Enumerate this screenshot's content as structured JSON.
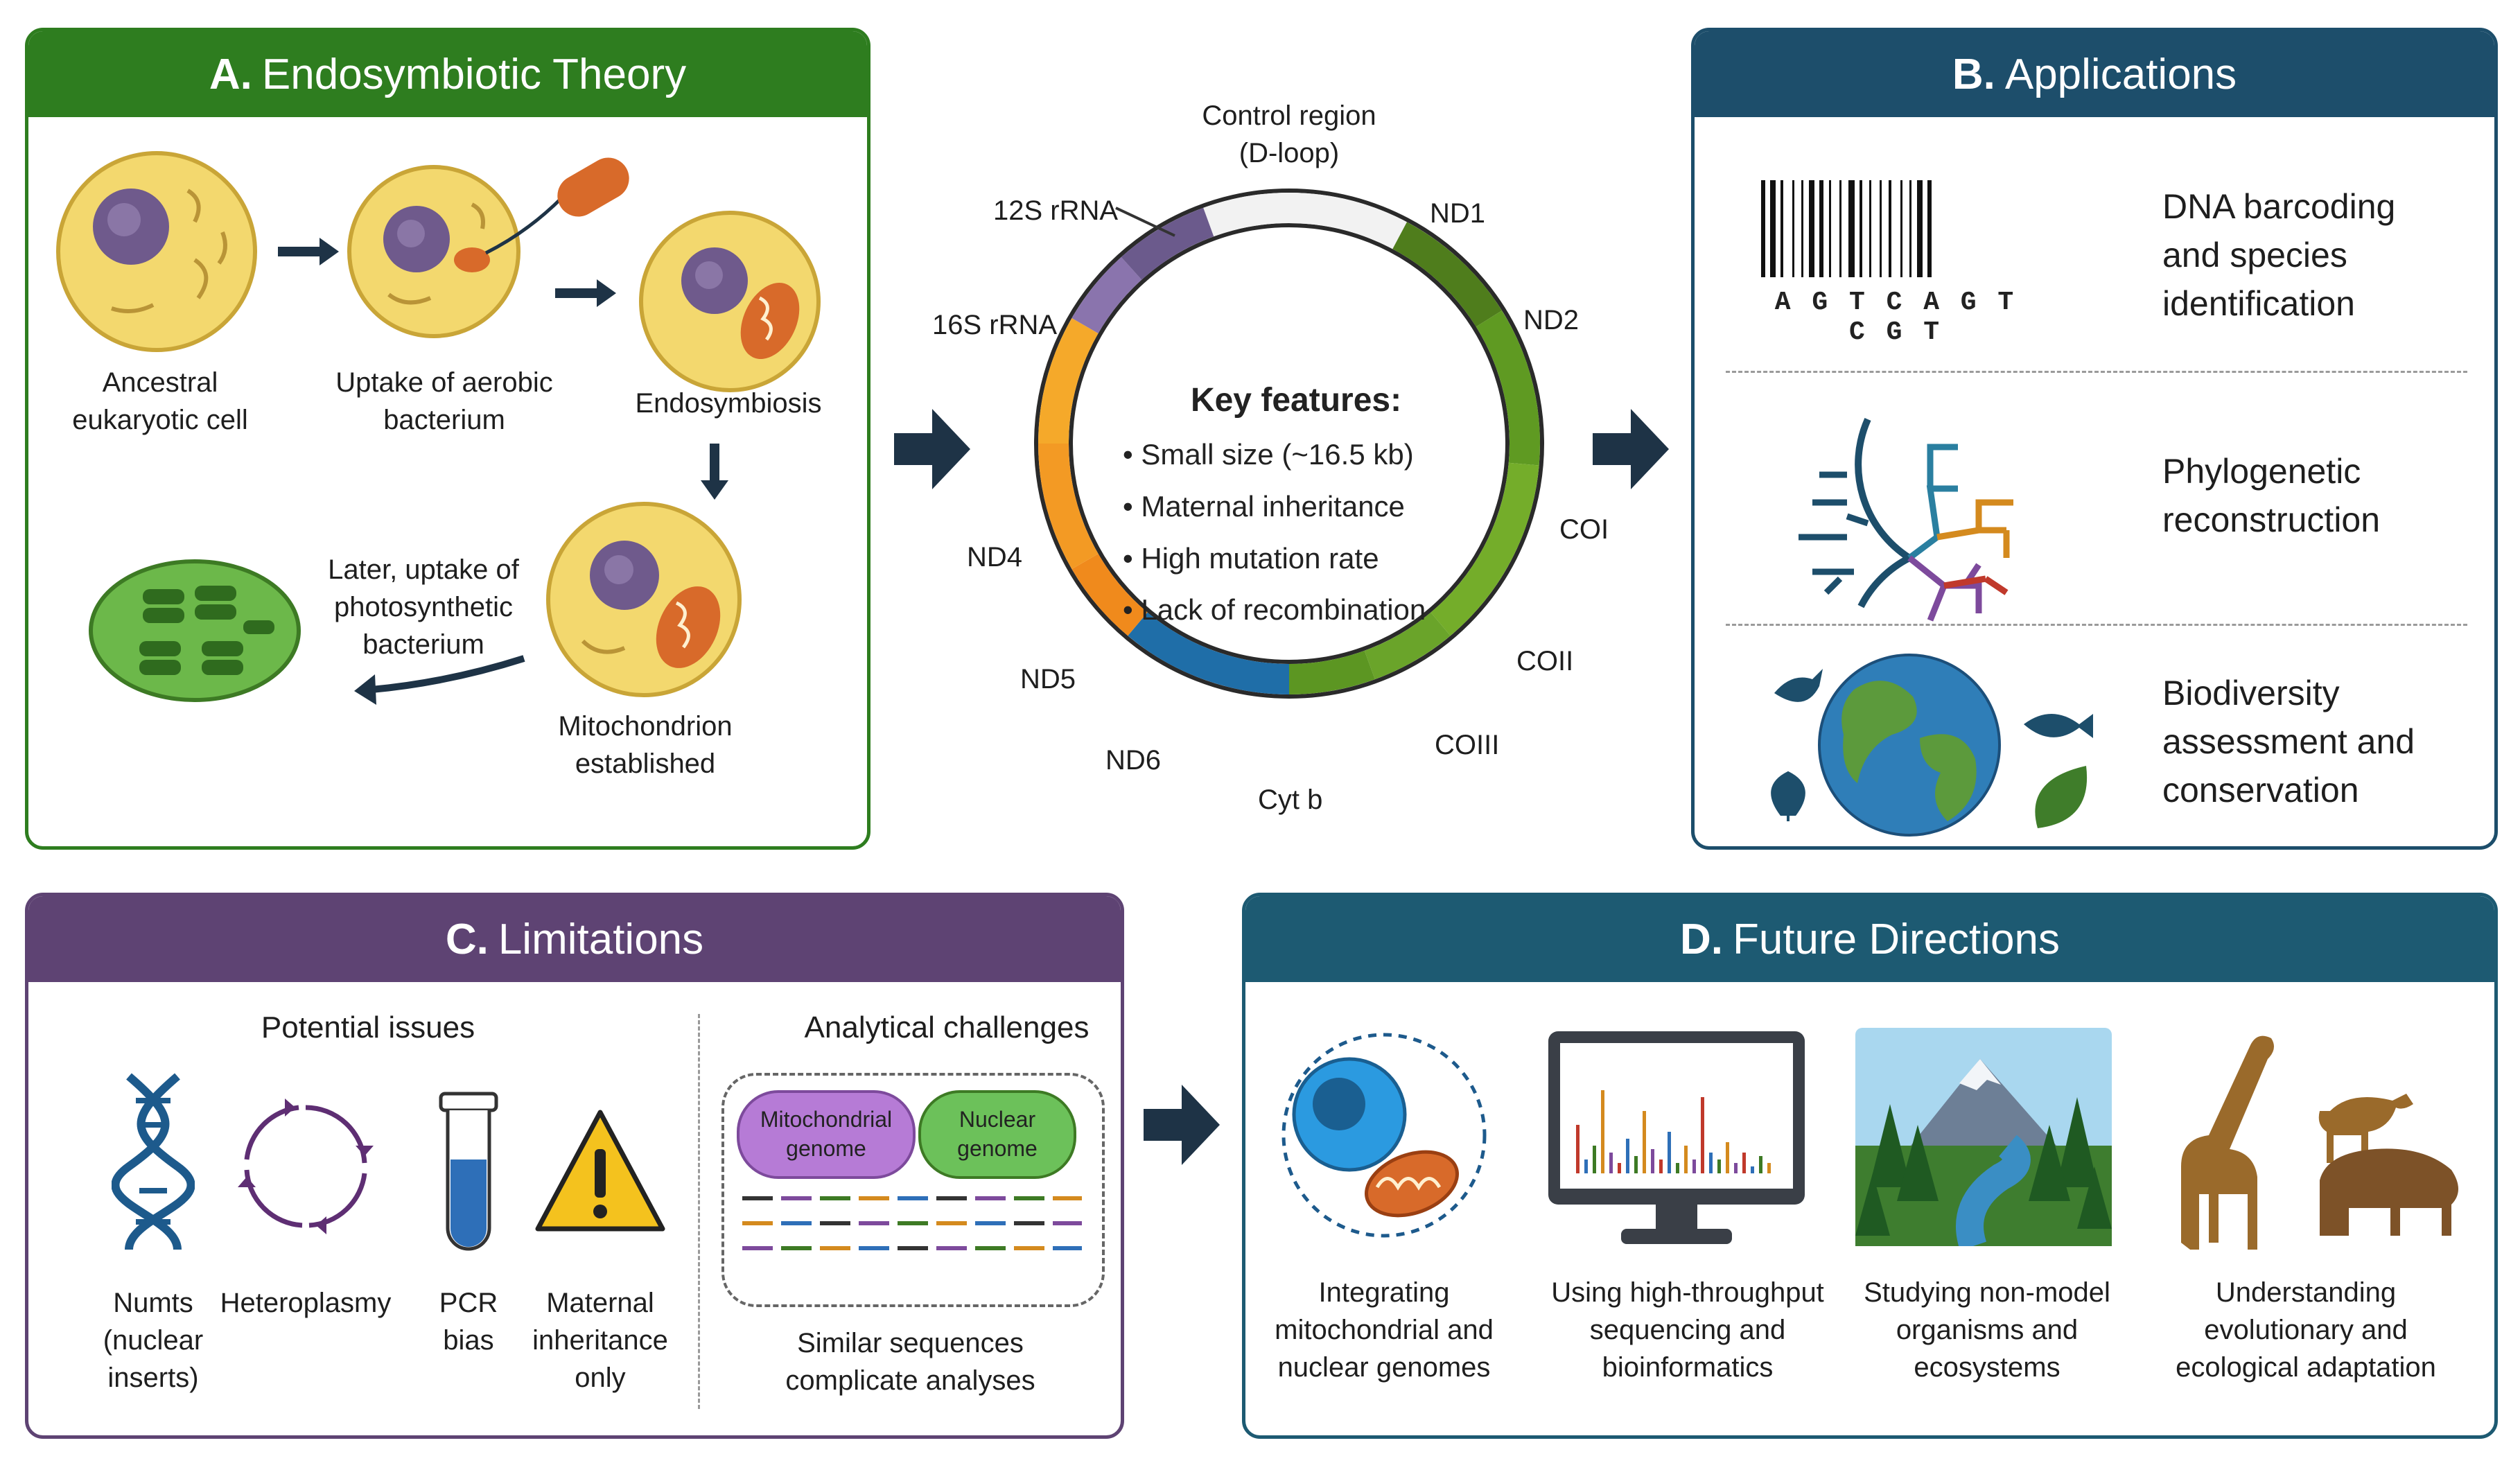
{
  "panel_a": {
    "letter": "A.",
    "title": "Endosymbiotic Theory",
    "header_color": "#2e7d1f",
    "steps": {
      "ancestral": "Ancestral\neukaryotic cell",
      "uptake": "Uptake of aerobic\nbacterium",
      "endosymbiosis": "Endosymbiosis",
      "mito_established": "Mitochondrion\nestablished",
      "photosynthetic": "Later, uptake of\nphotosynthetic\nbacterium"
    }
  },
  "genome": {
    "control_region": "Control region\n(D-loop)",
    "key_features_title": "Key features:",
    "features": [
      "Small size (~16.5 kb)",
      "Maternal inheritance",
      "High mutation rate",
      "Lack of recombination"
    ],
    "genes": {
      "rrna12s": "12S rRNA",
      "rrna16s": "16S rRNA",
      "nd1": "ND1",
      "nd2": "ND2",
      "coi": "COI",
      "coii": "COII",
      "coiii": "COIII",
      "cytb": "Cyt b",
      "nd6": "ND6",
      "nd5": "ND5",
      "nd4": "ND4"
    }
  },
  "panel_b": {
    "letter": "B.",
    "title": "Applications",
    "header_color": "#1d4e6b",
    "barcode_seq": "A G T C A G T C G T",
    "items": [
      "DNA barcoding\nand species\nidentification",
      "Phylogenetic\nreconstruction",
      "Biodiversity\nassessment and\nconservation"
    ]
  },
  "panel_c": {
    "letter": "C.",
    "title": "Limitations",
    "header_color": "#5e4373",
    "potential_title": "Potential issues",
    "analytical_title": "Analytical challenges",
    "issues": [
      "Numts\n(nuclear inserts)",
      "Heteroplasmy",
      "PCR\nbias",
      "Maternal\ninheritance\nonly"
    ],
    "mito_genome": "Mitochondrial\ngenome",
    "nuclear_genome": "Nuclear\ngenome",
    "similar": "Similar sequences\ncomplicate analyses"
  },
  "panel_d": {
    "letter": "D.",
    "title": "Future Directions",
    "header_color": "#1d5a72",
    "items": [
      "Integrating\nmitochondrial and\nnuclear genomes",
      "Using high-throughput\nsequencing and\nbioinformatics",
      "Studying non-model\norganisms and\necosystems",
      "Understanding\nevolutionary and\necological adaptation"
    ]
  }
}
